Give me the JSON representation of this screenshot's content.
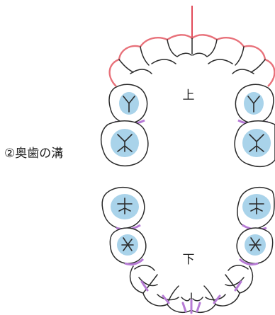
{
  "labels": {
    "upper_jaw": "上",
    "lower_jaw": "下",
    "molar_groove": "②奥歯の溝"
  },
  "colors": {
    "front_teeth_gum_line": "#e8717a",
    "interdental_mark": "#b77bd6",
    "molar_groove_fill": "#a9d3ea",
    "outline": "#2b2b2b",
    "pointer_line": "#e24b5a"
  }
}
